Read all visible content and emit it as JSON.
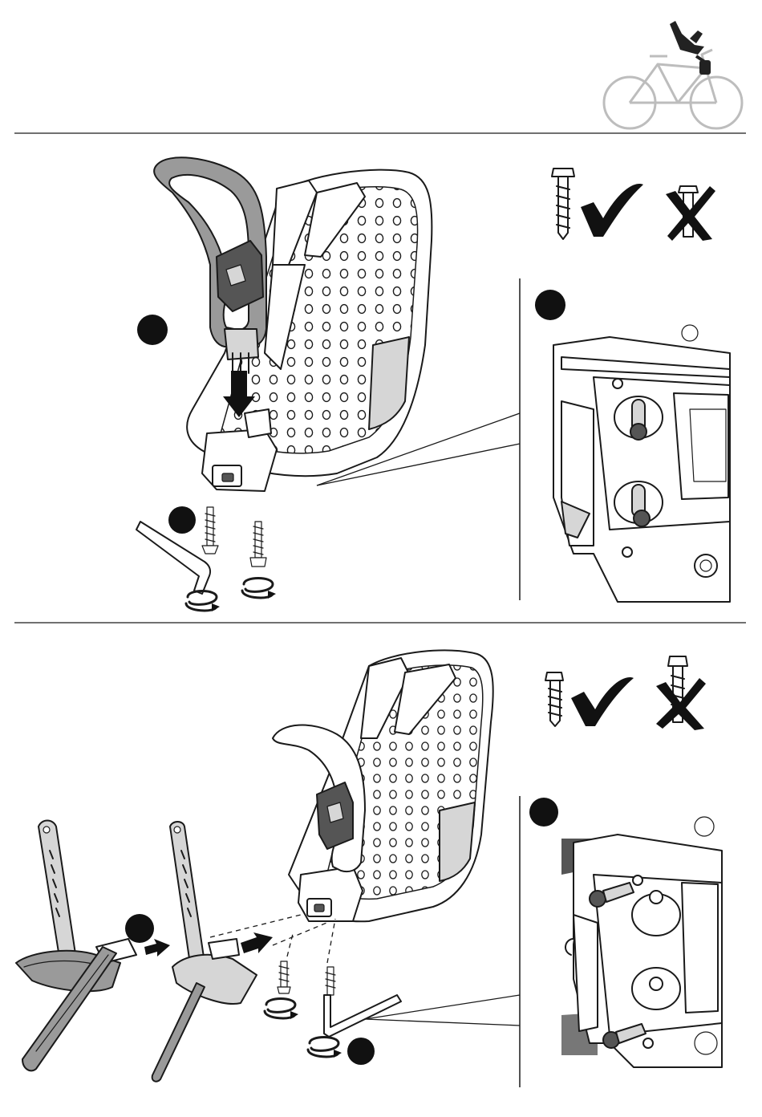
{
  "colors": {
    "ink": "#1a1a1a",
    "guard_gray": "#9a9a9a",
    "bike_gray": "#bdbdbd",
    "panel_gray": "#d6d6d6",
    "background": "#ffffff"
  },
  "icons": [
    "bicycle-icon",
    "child-seat-icon",
    "check-mark-icon",
    "cross-mark-icon",
    "screw-icon",
    "rotate-arrow-icon",
    "down-arrow-icon",
    "allen-key-icon",
    "step-bullet-icon"
  ],
  "sections": [
    {
      "id": "top",
      "steps": 3,
      "correct_screw": "long-pointed-screw",
      "wrong_screw": "short-flat-screw"
    },
    {
      "id": "bottom",
      "steps": 3,
      "correct_screw": "short-pointed-screw",
      "wrong_screw": "long-pointed-screw"
    }
  ]
}
